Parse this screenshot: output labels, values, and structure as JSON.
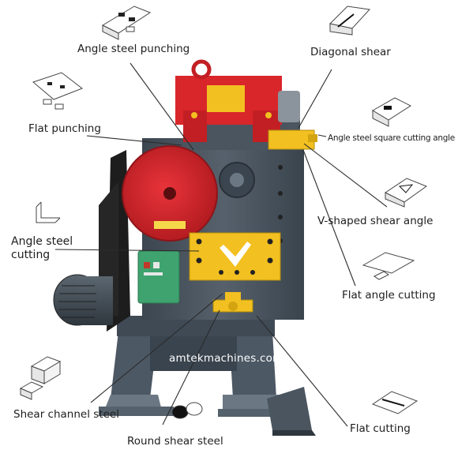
{
  "labels": {
    "angle_steel_punching": "Angle steel punching",
    "diagonal_shear": "Diagonal shear",
    "flat_punching": "Flat punching",
    "angle_steel_square_cutting_angle": "Angle steel square cutting angle",
    "v_shaped_shear_angle": "V-shaped shear angle",
    "angle_steel_cutting": "Angle steel cutting",
    "flat_angle_cutting": "Flat angle cutting",
    "shear_channel_steel": "Shear channel steel",
    "round_shear_steel": "Round shear steel",
    "flat_cutting": "Flat cutting"
  },
  "watermark": "amtekmachines.com",
  "colors": {
    "machine_body": "#4a5560",
    "machine_red": "#d9262b",
    "machine_yellow": "#f2c020",
    "control_box": "#3fa36f",
    "leader_line": "#2b2b2b"
  }
}
